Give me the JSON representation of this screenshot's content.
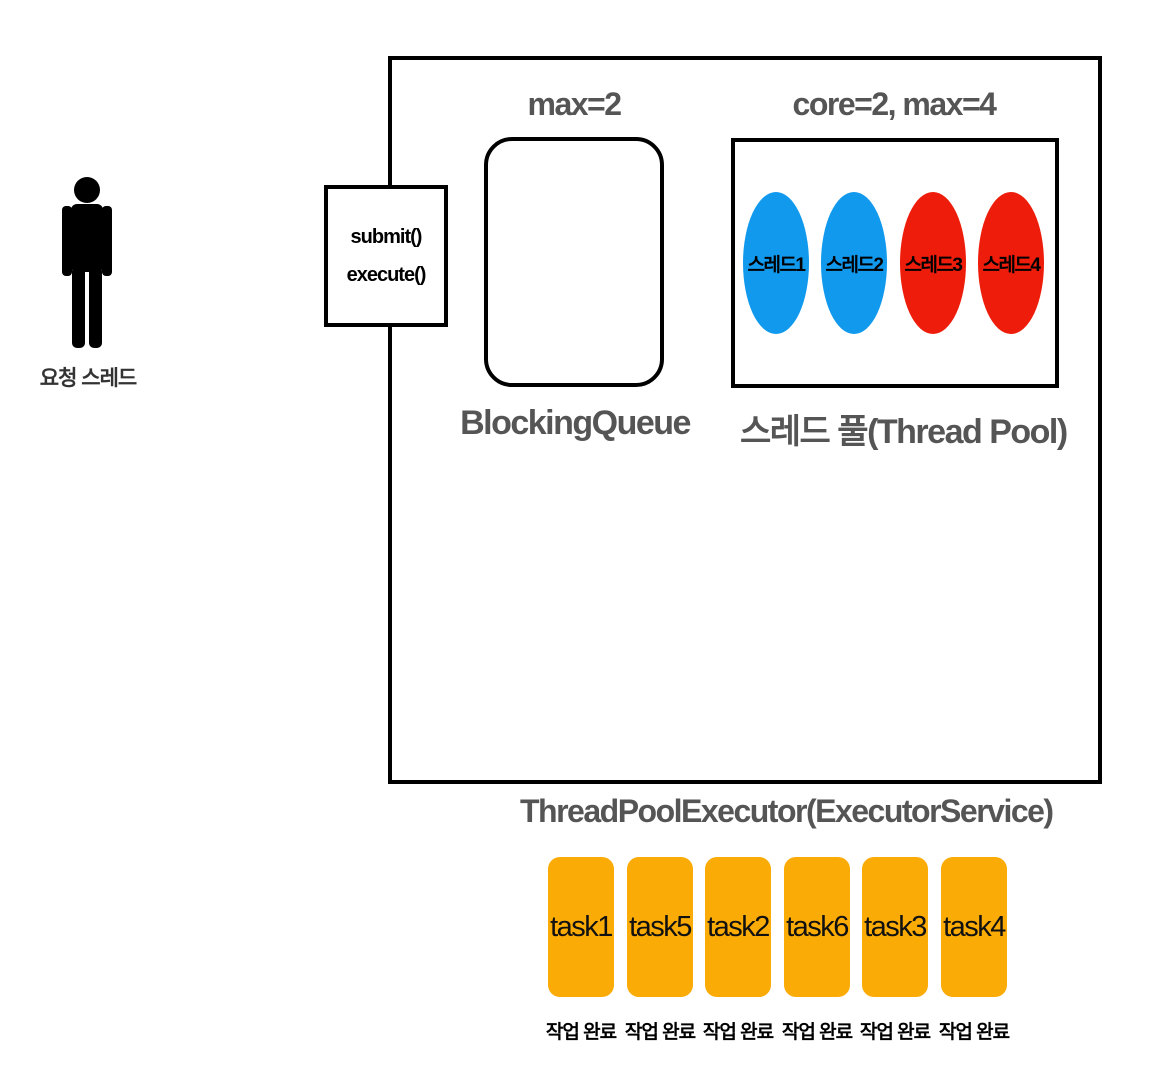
{
  "requester": {
    "icon": "person-icon",
    "label": "요청 스레드"
  },
  "submit_box": {
    "line1": "submit()",
    "line2": "execute()"
  },
  "blocking_queue": {
    "capacity_label": "max=2",
    "name": "BlockingQueue"
  },
  "thread_pool": {
    "capacity_label": "core=2, max=4",
    "name": "스레드 풀(Thread Pool)",
    "threads": [
      {
        "label": "스레드1",
        "color": "#1199ee"
      },
      {
        "label": "스레드2",
        "color": "#1199ee"
      },
      {
        "label": "스레드3",
        "color": "#ee1c0a"
      },
      {
        "label": "스레드4",
        "color": "#ee1c0a"
      }
    ]
  },
  "executor": {
    "name": "ThreadPoolExecutor(ExecutorService)"
  },
  "tasks": [
    {
      "label": "task1",
      "status": "작업 완료"
    },
    {
      "label": "task5",
      "status": "작업 완료"
    },
    {
      "label": "task2",
      "status": "작업 완료"
    },
    {
      "label": "task6",
      "status": "작업 완료"
    },
    {
      "label": "task3",
      "status": "작업 완료"
    },
    {
      "label": "task4",
      "status": "작업 완료"
    }
  ],
  "colors": {
    "task_fill": "#fbab05",
    "core_thread": "#1199ee",
    "extra_thread": "#ee1c0a",
    "outline": "#000000"
  }
}
